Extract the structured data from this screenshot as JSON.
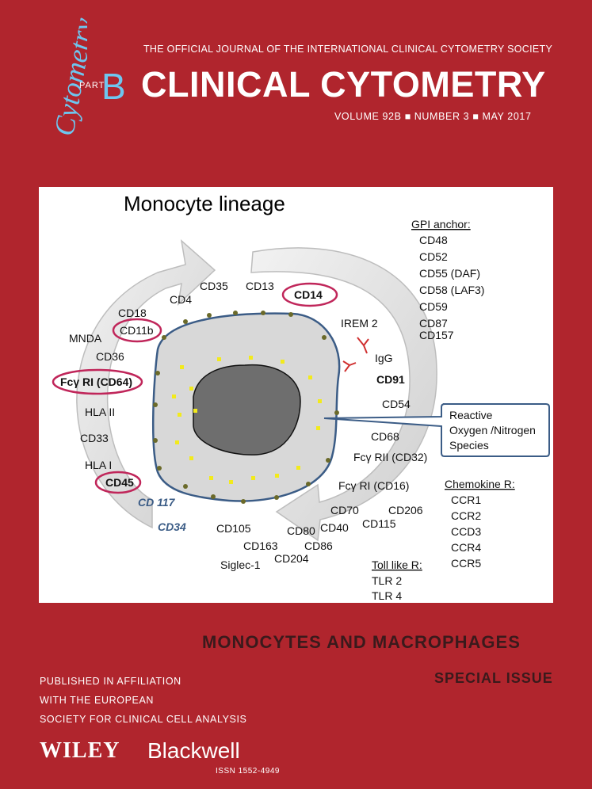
{
  "masthead": {
    "script_logo": "Cytometry",
    "part_label": "PART",
    "part_letter": "B",
    "official_line": "THE OFFICIAL JOURNAL OF THE INTERNATIONAL CLINICAL CYTOMETRY SOCIETY",
    "journal_title": "CLINICAL CYTOMETRY",
    "volume_line": "VOLUME 92B ■ NUMBER 3 ■ MAY 2017"
  },
  "figure": {
    "title": "Monocyte lineage",
    "labels": {
      "cd35": "CD35",
      "cd13": "CD13",
      "cd14": "CD14",
      "cd4": "CD4",
      "cd18": "CD18",
      "cd11b": "CD11b",
      "mnda": "MNDA",
      "cd36": "CD36",
      "fcgri": "Fcγ RI (CD64)",
      "hla2": "HLA II",
      "cd33": "CD33",
      "hla1": "HLA I",
      "cd45": "CD45",
      "cd117": "CD 117",
      "cd34": "CD34",
      "irem2": "IREM 2",
      "igg": "IgG",
      "cd91": "CD91",
      "cd54": "CD54",
      "cd68": "CD68",
      "fcgrii": "Fcγ RII (CD32)",
      "fcgriii": "Fcγ RI (CD16)",
      "cd70": "CD70",
      "cd206": "CD206",
      "cd40": "CD40",
      "cd115": "CD115",
      "cd105": "CD105",
      "cd80": "CD80",
      "cd163": "CD163",
      "cd86": "CD86",
      "cd204": "CD204",
      "siglec": "Siglec-1"
    },
    "gpi_header": "GPI anchor:",
    "gpi_items": [
      "CD48",
      "CD52",
      "CD55 (DAF)",
      "CD58 (LAF3)",
      "CD59",
      "CD87",
      "CD157"
    ],
    "ros_lines": [
      "Reactive",
      "Oxygen /Nitrogen",
      "Species"
    ],
    "chemokine_header": "Chemokine R:",
    "chemokine_items": [
      "CCR1",
      "CCR2",
      "CCD3",
      "CCR4",
      "CCR5"
    ],
    "toll_header": "Toll like R:",
    "toll_items": [
      "TLR 2",
      "TLR 4"
    ],
    "colors": {
      "highlight_ring": "#c0265a",
      "membrane": "#3b5c86",
      "cytoplasm": "#d8d8d8",
      "nucleus": "#6e6e6e",
      "granule": "#f2ea1c",
      "stem_marker": "#3b5c86"
    }
  },
  "theme": {
    "title": "MONOCYTES AND MACROPHAGES",
    "subtitle": "SPECIAL ISSUE"
  },
  "affiliation": [
    "PUBLISHED IN AFFILIATION",
    "WITH THE EUROPEAN",
    "SOCIETY FOR CLINICAL CELL ANALYSIS"
  ],
  "publisher": {
    "wiley": "WILEY",
    "blackwell": "Blackwell",
    "issn": "ISSN 1552-4949"
  }
}
